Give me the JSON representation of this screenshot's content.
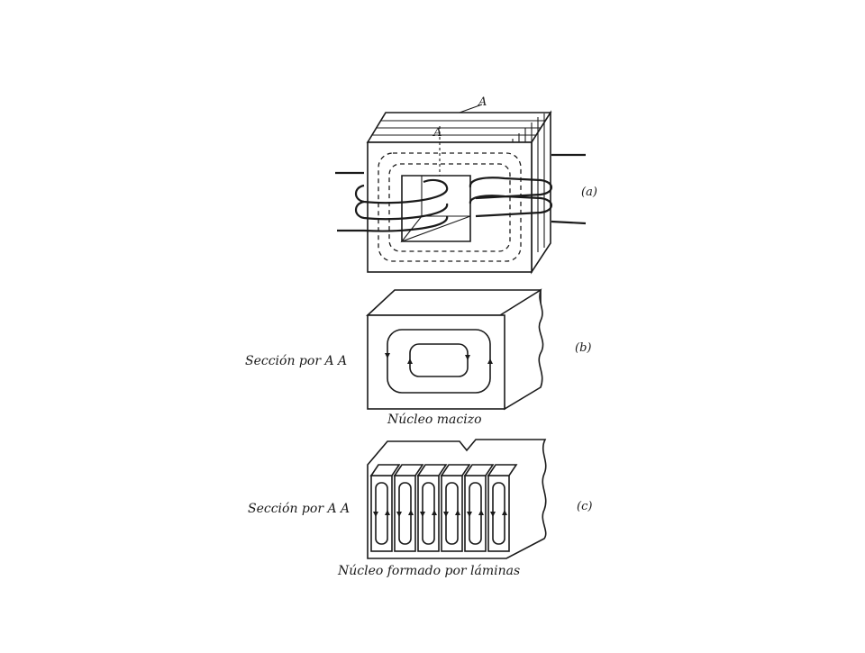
{
  "figure": {
    "part_a": {
      "section_letter_top": "A",
      "section_letter_front": "A",
      "tag": "(a)"
    },
    "part_b": {
      "section_label": "Sección por A A",
      "tag": "(b)",
      "caption": "Núcleo macizo"
    },
    "part_c": {
      "section_label": "Sección por A A",
      "tag": "(c)",
      "caption": "Núcleo formado por láminas"
    }
  }
}
